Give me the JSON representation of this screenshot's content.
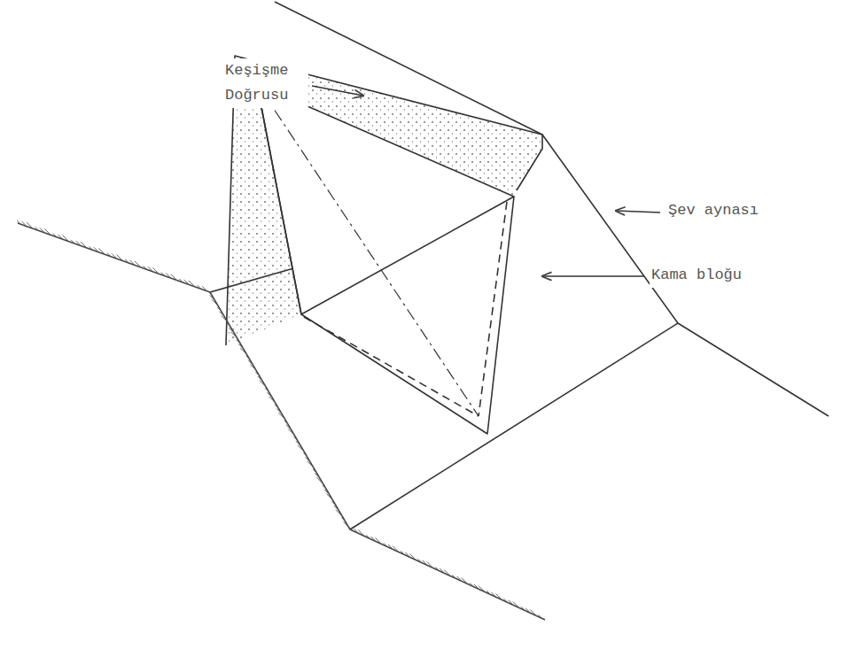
{
  "diagram": {
    "labels": [
      "Keşişme Doğrusu",
      "Şev aynası",
      "Kama bloğu"
    ]
  }
}
